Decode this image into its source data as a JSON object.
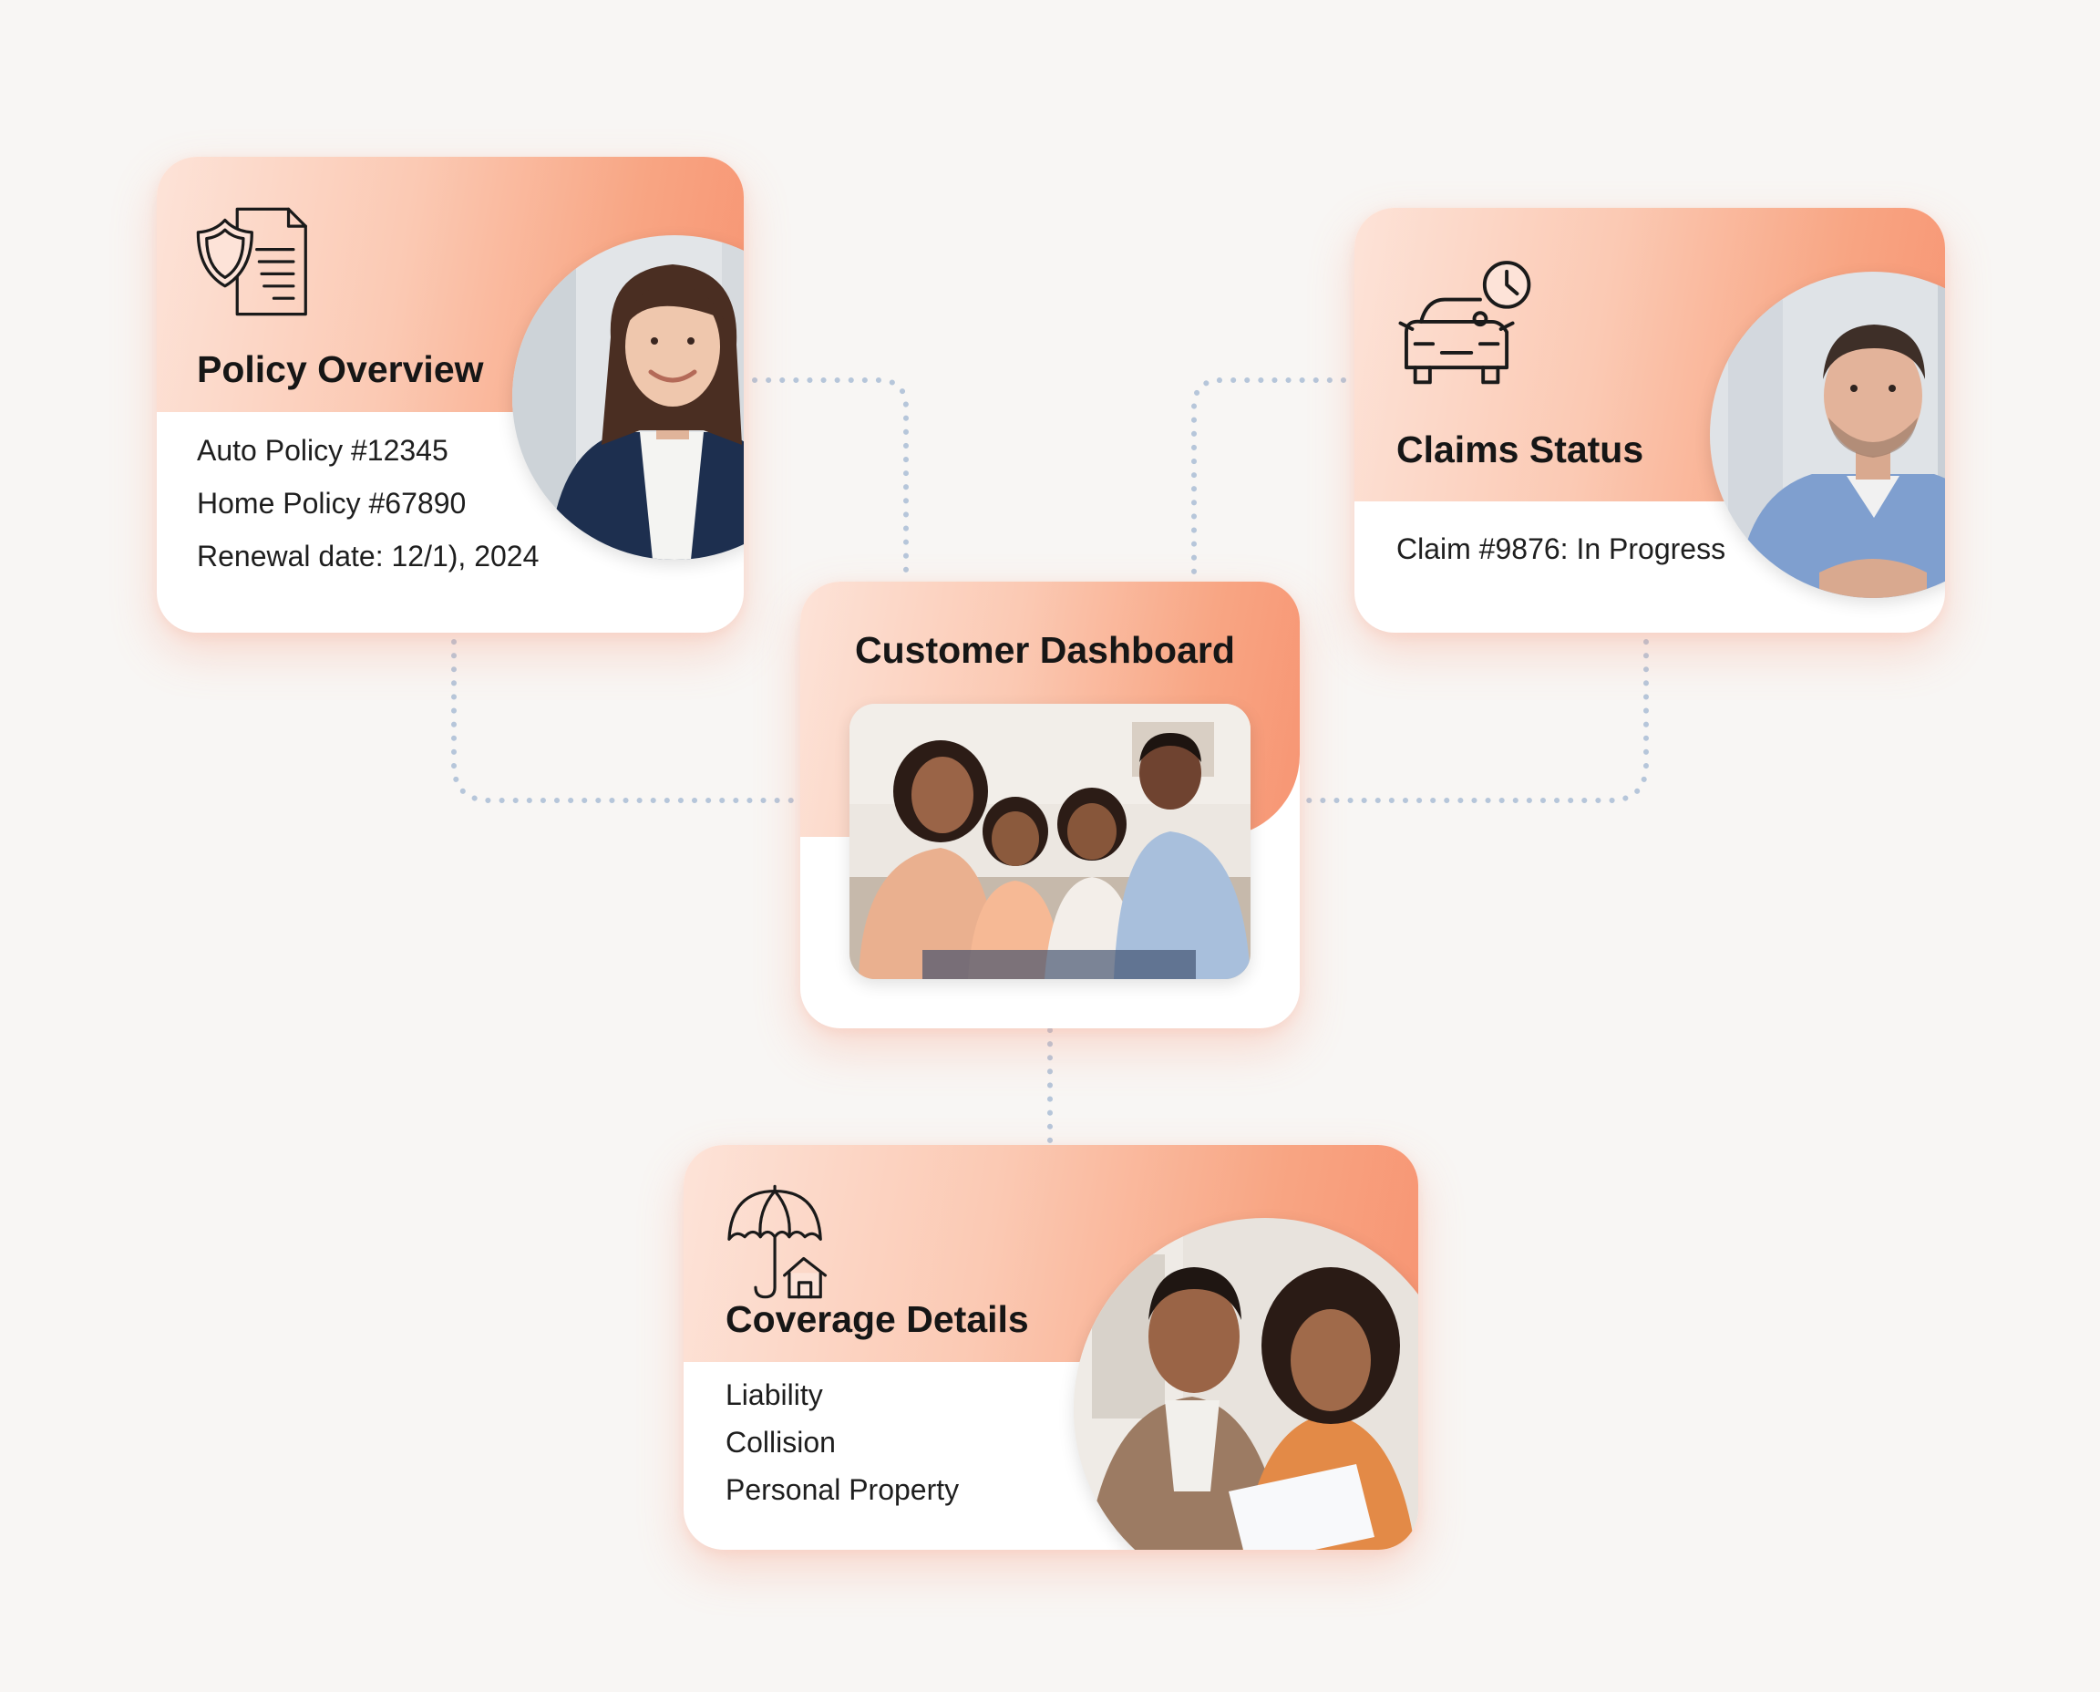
{
  "cards": {
    "policy": {
      "title": "Policy Overview",
      "lines": [
        "Auto Policy #12345",
        "Home Policy #67890",
        "Renewal date: 12/1), 2024"
      ],
      "icon": "shield-document-icon",
      "photo": "professional-woman-portrait"
    },
    "claims": {
      "title": "Claims Status",
      "lines": [
        "Claim #9876: In Progress"
      ],
      "icon": "car-clock-icon",
      "photo": "professional-man-portrait"
    },
    "dashboard": {
      "title": "Customer Dashboard",
      "photo": "family-on-couch-photo"
    },
    "coverage": {
      "title": "Coverage Details",
      "lines": [
        "Liability",
        "Collision",
        "Personal Property"
      ],
      "icon": "umbrella-house-icon",
      "photo": "couple-reviewing-documents-photo"
    }
  },
  "colors": {
    "accent": "#f8a583",
    "accent_light": "#fde3d8",
    "connector": "#b9c8dc",
    "background": "#f8f6f4"
  }
}
